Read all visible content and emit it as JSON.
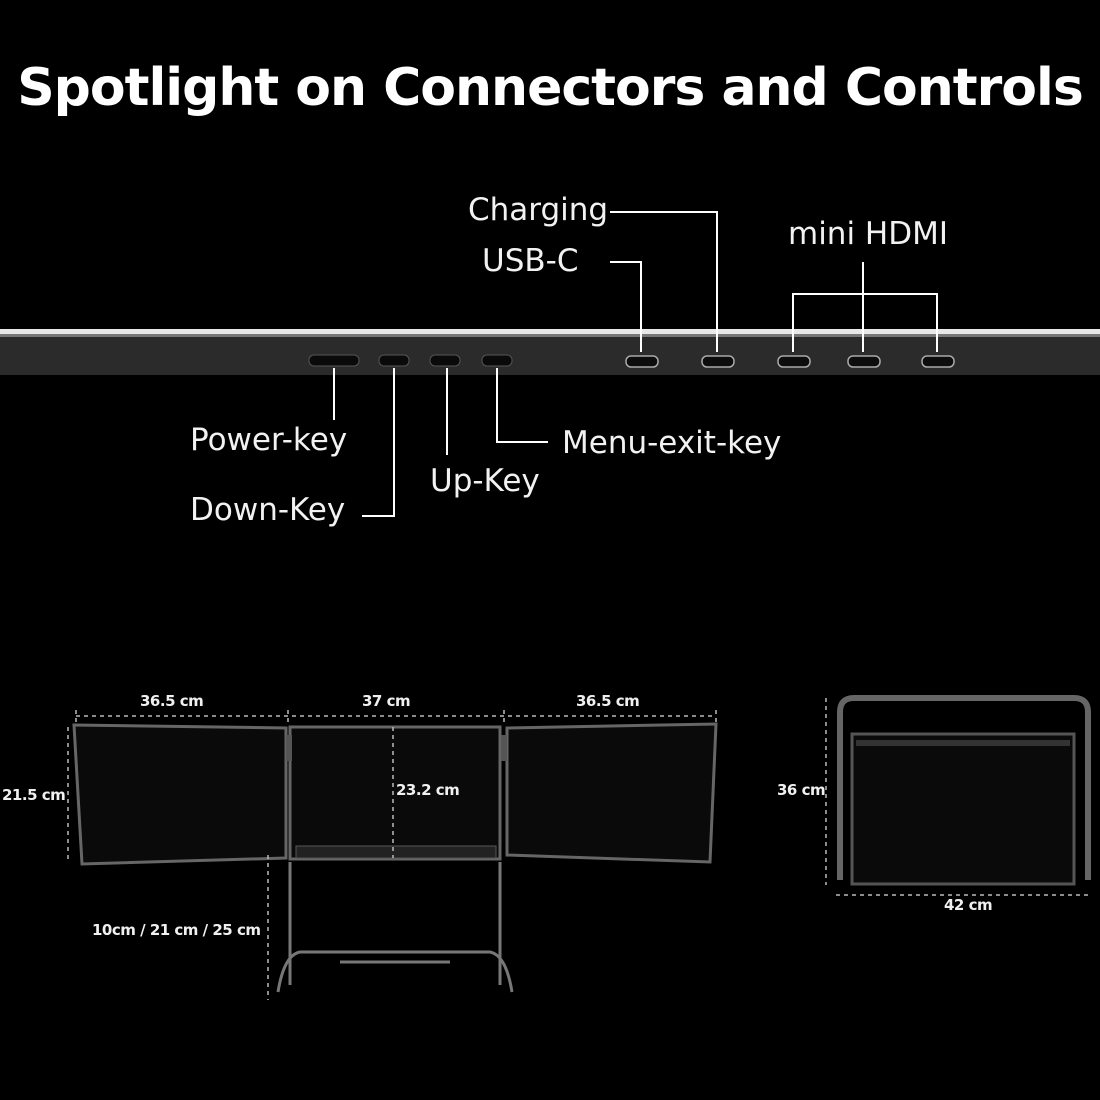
{
  "title": "Spotlight on Connectors and Controls",
  "ports": {
    "charging": "Charging",
    "usb_c": "USB-C",
    "mini_hdmi": "mini HDMI"
  },
  "keys": {
    "power": "Power-key",
    "down": "Down-Key",
    "up": "Up-Key",
    "menu_exit": "Menu-exit-key"
  },
  "dimensions": {
    "left_width": "36.5 cm",
    "center_width": "37 cm",
    "right_width": "36.5 cm",
    "side_height": "21.5 cm",
    "center_height": "23.2 cm",
    "stand_height": "10cm / 21 cm / 25 cm",
    "folded_height": "36 cm",
    "folded_width": "42 cm"
  },
  "colors": {
    "background": "#000000",
    "bar": "#2a2a2a",
    "line": "#ffffff"
  }
}
